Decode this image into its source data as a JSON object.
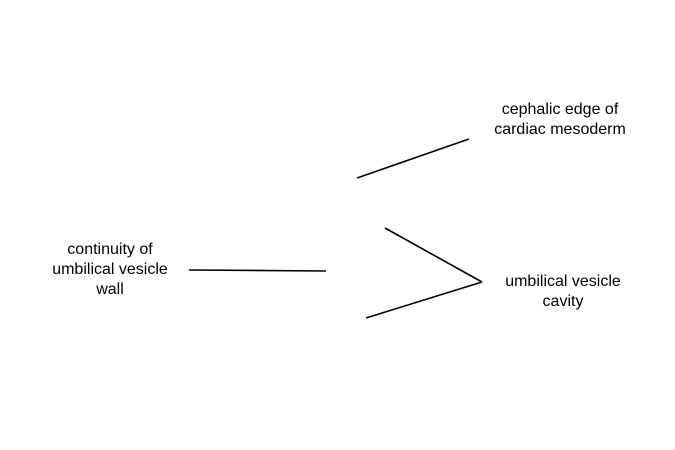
{
  "labels": {
    "cephalic_edge": [
      "cephalic edge of",
      "cardiac mesoderm"
    ],
    "umbilical_vesicle_cavity": [
      "umbilical vesicle",
      "cavity"
    ],
    "umbilical_vesicle_wall": [
      "continuity of",
      "umbilical vesicle",
      "wall"
    ]
  },
  "colors": {
    "line": "#000000",
    "text": "#000000",
    "background": "#ffffff"
  }
}
